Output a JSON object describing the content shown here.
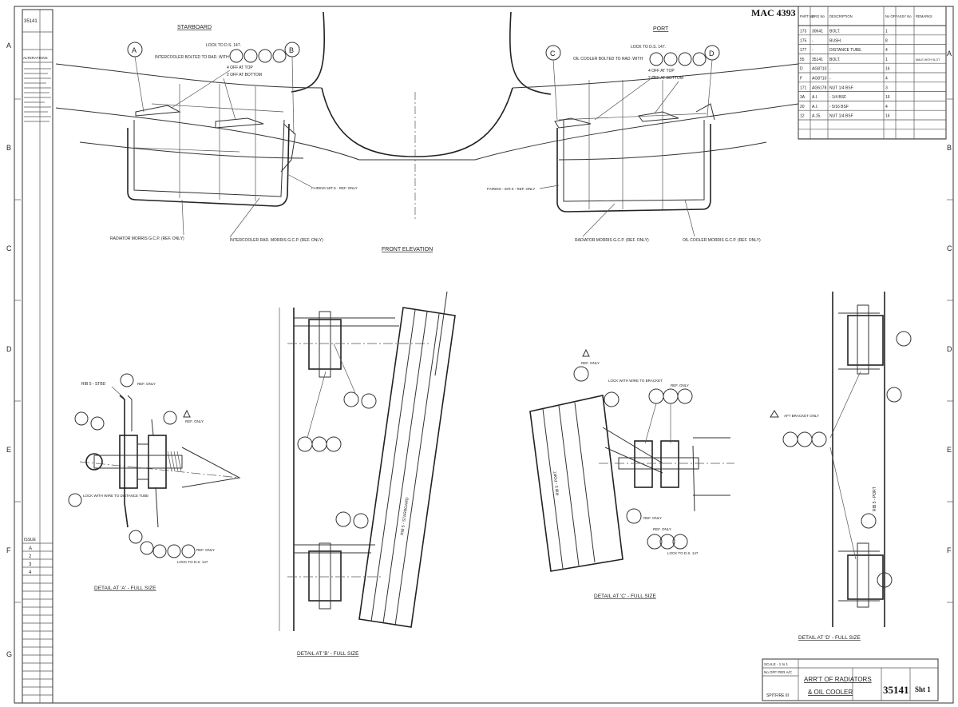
{
  "drawing_number_top": "MAC 4393",
  "zone_letters": [
    "A",
    "B",
    "C",
    "D",
    "E",
    "F",
    "G"
  ],
  "views": {
    "starboard": "STARBOARD",
    "port": "PORT",
    "front_elevation": "FRONT ELEVATION",
    "detail_a": "DETAIL AT 'A' - FULL SIZE",
    "detail_b": "DETAIL AT 'B' - FULL SIZE",
    "detail_c": "DETAIL AT 'C' - FULL SIZE",
    "detail_d": "DETAIL AT 'D' - FULL SIZE"
  },
  "callouts": [
    "A",
    "B",
    "C",
    "D"
  ],
  "notes": {
    "lock_top_left": "LOCK TO D.S. 147.",
    "intercooler_bolted": "INTERCOOLER BOLTED TO RAD. WITH",
    "oil_cooler_bolted": "OIL COOLER BOLTED TO RAD. WITH",
    "off_top": "4 OFF AT TOP",
    "off_bottom": "2 OFF AT BOTTOM",
    "fairing_left": "FAIRING 50T.S - REF. ONLY",
    "fairing_right": "FAIRING - 50T.S - REF. ONLY",
    "radiator_left": "RADIATOR MORRIS G.C.P. (REF. ONLY)",
    "intercooler_rad": "INTERCOOLER RAD. MORRIS G.C.P. (REF. ONLY)",
    "radiator_right": "RADIATOR MORRIS G.C.P. (REF. ONLY)",
    "oil_cooler": "OIL COOLER MORRIS G.C.P. (REF. ONLY)",
    "rib_stbd": "RIB 5 - STBD",
    "ref_only": "REF. ONLY",
    "lock_with_wire": "LOCK WITH WIRE TO DISTANCE TUBE",
    "lock_ds147": "LOCK TO D.S. 147",
    "aft_bracket": "AFT BRACKET ONLY",
    "starboard_rib": "RIB 5 - STARBOARD",
    "port_rib": "RIB 5 - PORT",
    "lock_wire_bracket": "LOCK WITH WIRE TO BRACKET"
  },
  "parts_table": {
    "headers": [
      "PART No",
      "DRG No",
      "DESCRIPTION",
      "No OFF",
      "ASSY No",
      "REMARKS"
    ],
    "rows": [
      [
        "173",
        "30641",
        "BOLT.",
        "1",
        "",
        ""
      ],
      [
        "175",
        "-",
        "BUSH.",
        "8",
        "",
        ""
      ],
      [
        "177",
        "-",
        "DISTANCE TUBE.",
        "4",
        "",
        ""
      ],
      [
        "55",
        "35141",
        "BOLT.",
        "1",
        "",
        "MALE WITH SLOT"
      ],
      [
        "D",
        "AG8710",
        "-",
        "16",
        "",
        ""
      ],
      [
        "F",
        "AG8710",
        "-",
        "4",
        "",
        ""
      ],
      [
        "171",
        "AG6178",
        "NUT 1/4 BSF",
        "3",
        "",
        ""
      ],
      [
        "3A",
        "A.I.",
        "- 1/4 BSF",
        "16",
        "",
        ""
      ],
      [
        "20",
        "A.I.",
        "- 5/16 BSF",
        "4",
        "",
        ""
      ],
      [
        "12",
        "A.15.",
        "NUT 1/4 BSF",
        "16",
        "",
        ""
      ]
    ]
  },
  "left_strip": {
    "top_number": "35141",
    "alterations": "ALTERATIONS",
    "issue_header": "ISSUE",
    "issues": [
      "A",
      "2",
      "3",
      "4"
    ]
  },
  "title_block": {
    "scale": "SCALE - 1 to 1",
    "no_off": "No OFF PER A/C",
    "title_line1": "ARR'T OF RADIATORS",
    "title_line2": "& OIL COOLER",
    "drawing_no": "35141",
    "sheet": "Sht 1",
    "aircraft": "SPITFIRE III"
  }
}
